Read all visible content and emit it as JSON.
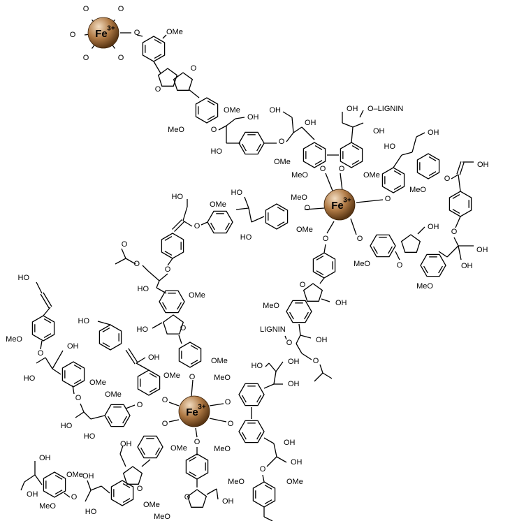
{
  "diagram": {
    "metal_centers": [
      {
        "id": "fe1",
        "label": "Fe",
        "charge": "3+"
      },
      {
        "id": "fe2",
        "label": "Fe",
        "charge": "3+"
      },
      {
        "id": "fe3",
        "label": "Fe",
        "charge": "3+"
      }
    ],
    "colors": {
      "metal_light": "#f2dcc0",
      "metal_mid": "#b07a45",
      "metal_dark": "#5a3614",
      "bond": "#000000"
    },
    "labels": {
      "OMe": "OMe",
      "MeO": "MeO",
      "OH": "OH",
      "HO": "HO",
      "O": "O",
      "LIGNIN": "LIGNIN",
      "O_LIGNIN": "O–LIGNIN",
      "LIGNIN_O": "LIGNIN"
    }
  }
}
